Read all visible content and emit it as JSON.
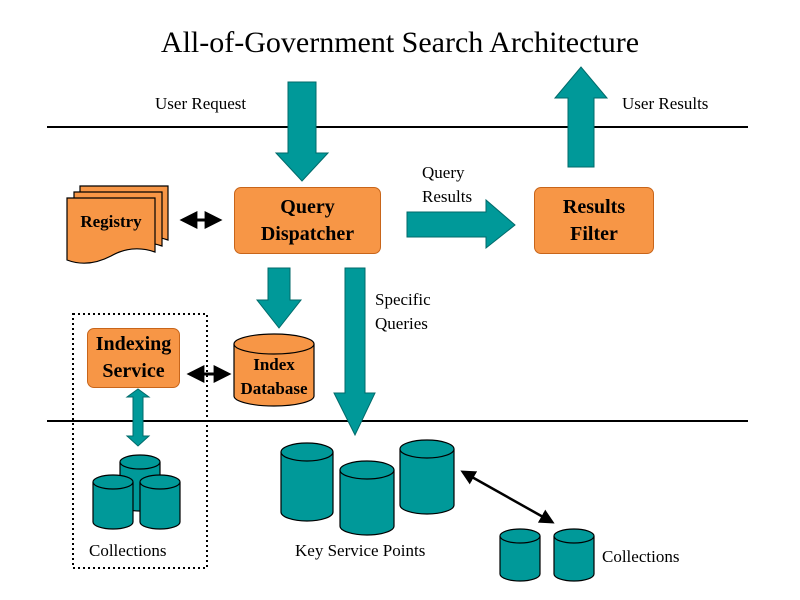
{
  "title": "All-of-Government Search Architecture",
  "labels": {
    "user_request": "User Request",
    "user_results": "User Results",
    "query_results": "Query\nResults",
    "specific_queries": "Specific\nQueries",
    "collections_left": "Collections",
    "key_service_points": "Key Service Points",
    "collections_right": "Collections"
  },
  "nodes": {
    "registry": "Registry",
    "query_dispatcher": "Query\nDispatcher",
    "results_filter": "Results\nFilter",
    "indexing_service": "Indexing\nService",
    "index_database": "Index\nDatabase"
  },
  "colors": {
    "orange": "#f79646",
    "teal": "#009999",
    "teal_dark": "#006a6a"
  }
}
